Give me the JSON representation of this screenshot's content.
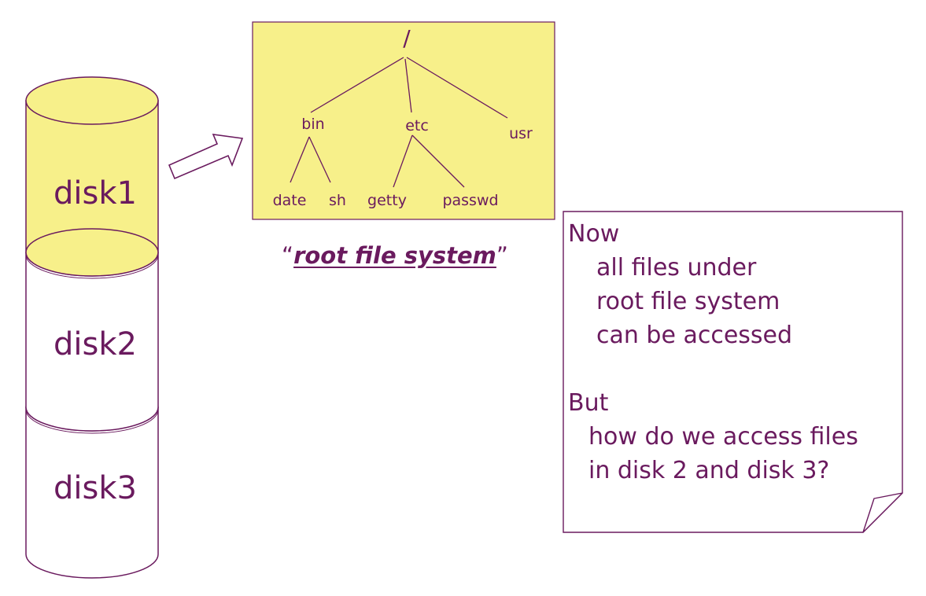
{
  "colors": {
    "ink": "#6a1a5e",
    "highlight_fill": "#f7f08a",
    "outline": "#6a1a5e"
  },
  "disks": [
    {
      "label": "disk1"
    },
    {
      "label": "disk2"
    },
    {
      "label": "disk3"
    }
  ],
  "tree": {
    "root": "/",
    "level1": [
      "bin",
      "etc",
      "usr"
    ],
    "bin_children": [
      "date",
      "sh"
    ],
    "etc_children": [
      "getty",
      "passwd"
    ]
  },
  "caption": {
    "open_quote": "“",
    "text": "root file system",
    "close_quote": "”"
  },
  "note": {
    "lines": [
      "Now",
      "all files under",
      "root file system",
      "can be accessed",
      "But",
      "how do we access files",
      "in disk 2 and disk 3?"
    ]
  },
  "icons": [
    "arrow-right-icon",
    "folded-page-corner-icon"
  ]
}
